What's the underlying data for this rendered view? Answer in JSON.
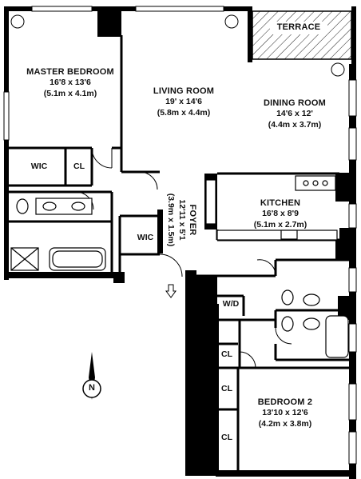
{
  "rooms": {
    "master_bedroom": {
      "name": "MASTER BEDROOM",
      "dim_ft": "16'8 x 13'6",
      "dim_m": "(5.1m x 4.1m)"
    },
    "living_room": {
      "name": "LIVING ROOM",
      "dim_ft": "19' x 14'6",
      "dim_m": "(5.8m x 4.4m)"
    },
    "dining_room": {
      "name": "DINING ROOM",
      "dim_ft": "14'6 x 12'",
      "dim_m": "(4.4m x 3.7m)"
    },
    "terrace": {
      "name": "TERRACE"
    },
    "kitchen": {
      "name": "KITCHEN",
      "dim_ft": "16'8 x 8'9",
      "dim_m": "(5.1m x 2.7m)"
    },
    "foyer": {
      "name": "FOYER",
      "dim_ft": "12'11 x 5'1",
      "dim_m": "(3.9m x 1.5m)"
    },
    "bedroom_2": {
      "name": "BEDROOM 2",
      "dim_ft": "13'10 x 12'6",
      "dim_m": "(4.2m x 3.8m)"
    }
  },
  "closets": {
    "wic_master": "WIC",
    "cl_master": "CL",
    "wic_foyer": "WIC",
    "wd": "W/D",
    "cl_1": "CL",
    "cl_2": "CL",
    "cl_3": "CL"
  },
  "compass": {
    "letter": "N"
  },
  "colors": {
    "wall": "#000000",
    "window": "#555555",
    "line": "#111111"
  }
}
